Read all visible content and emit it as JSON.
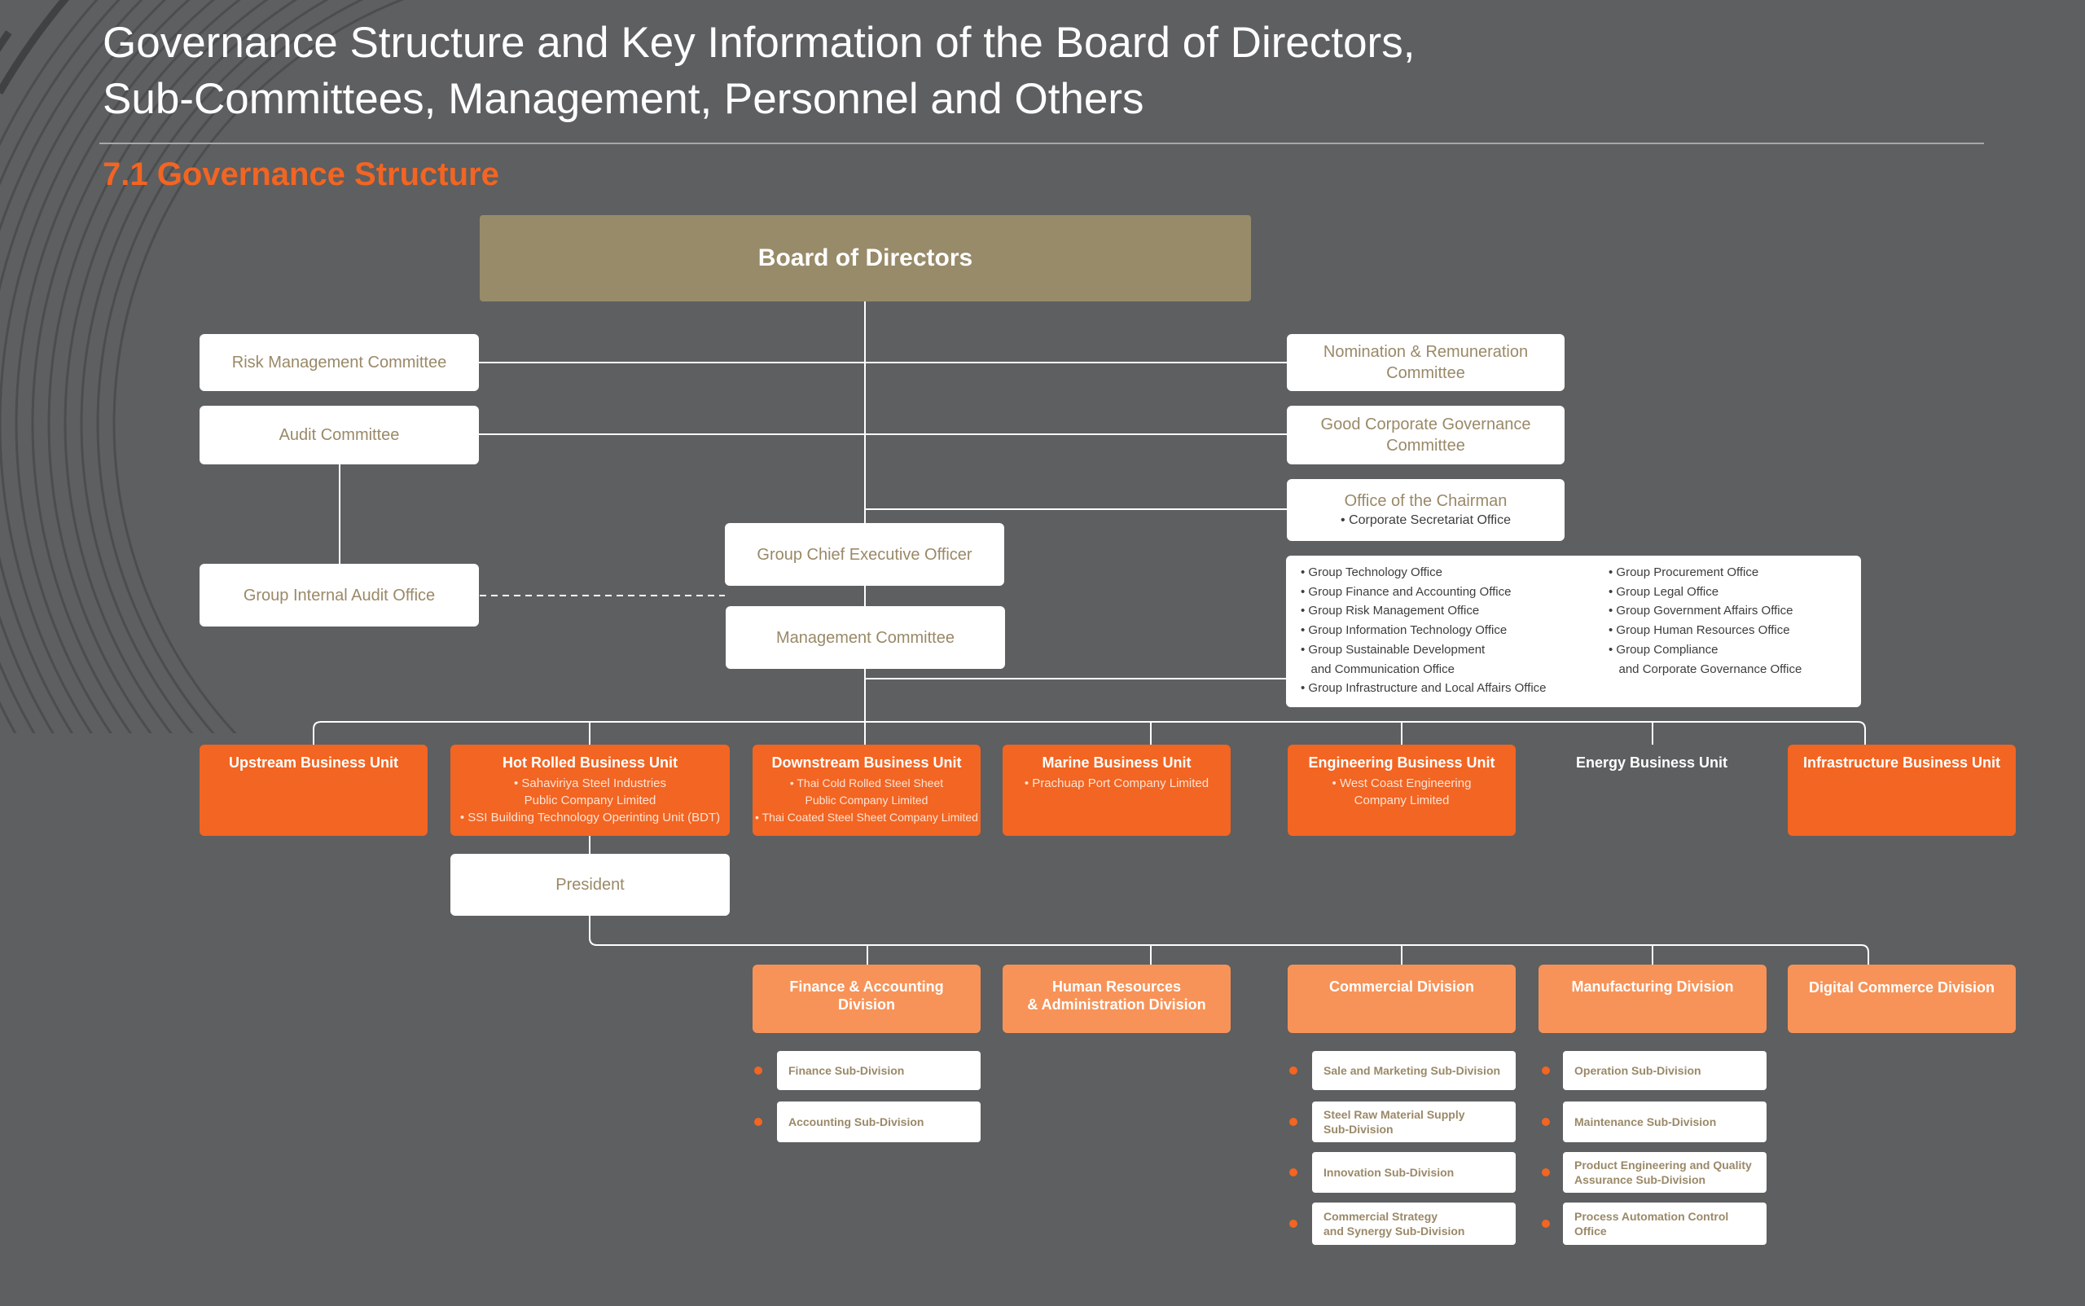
{
  "title_line1": "Governance Structure and Key Information of the Board of Directors,",
  "title_line2": "Sub-Committees, Management, Personnel and Others",
  "section_title": "7.1 Governance Structure",
  "colors": {
    "background": "#5d5f61",
    "board": "#988b6a",
    "business_unit": "#f26522",
    "division": "#f79358",
    "accent_text": "#9a8968"
  },
  "board": "Board of Directors",
  "committees": {
    "risk": "Risk Management Committee",
    "audit": "Audit Committee",
    "nomination": "Nomination & Remuneration\nCommittee",
    "good_governance": "Good Corporate Governance\nCommittee"
  },
  "chairman_office": {
    "title": "Office of the Chairman",
    "sub": "• Corporate Secretariat Office"
  },
  "internal_audit": "Group Internal Audit Office",
  "ceo": "Group Chief Executive Officer",
  "management_committee": "Management Committee",
  "group_offices": {
    "col1": [
      "• Group Technology Office",
      "• Group Finance and Accounting Office",
      "• Group Risk Management Office",
      "• Group Information Technology Office",
      "• Group Sustainable Development",
      "   and Communication Office",
      "• Group Infrastructure and Local Affairs Office"
    ],
    "col2": [
      "• Group Procurement Office",
      "• Group Legal Office",
      "• Group Government Affairs Office",
      "• Group Human Resources Office",
      "• Group Compliance",
      "   and Corporate Governance Office"
    ]
  },
  "business_units": [
    {
      "name": "Upstream Business Unit",
      "sub": ""
    },
    {
      "name": "Hot Rolled Business Unit",
      "sub": "• Sahaviriya Steel Industries\nPublic Company Limited\n• SSI Building Technology Operinting Unit (BDT)"
    },
    {
      "name": "Downstream Business Unit",
      "sub": "• Thai Cold Rolled Steel Sheet\nPublic Company Limited\n• Thai Coated Steel Sheet Company Limited"
    },
    {
      "name": "Marine Business Unit",
      "sub": "• Prachuap Port Company Limited"
    },
    {
      "name": "Engineering Business Unit",
      "sub": "• West Coast Engineering\nCompany Limited"
    },
    {
      "name": "Energy Business Unit",
      "sub": ""
    },
    {
      "name": "Infrastructure Business Unit",
      "sub": ""
    }
  ],
  "president": "President",
  "divisions": [
    {
      "name": "Finance & Accounting\nDivision",
      "subs": [
        "Finance Sub-Division",
        "Accounting Sub-Division"
      ]
    },
    {
      "name": "Human Resources\n& Administration Division",
      "subs": []
    },
    {
      "name": "Commercial Division",
      "subs": [
        "Sale and Marketing Sub-Division",
        "Steel Raw Material Supply\nSub-Division",
        "Innovation Sub-Division",
        "Commercial Strategy\nand Synergy Sub-Division"
      ]
    },
    {
      "name": "Manufacturing Division",
      "subs": [
        "Operation Sub-Division",
        "Maintenance Sub-Division",
        "Product Engineering and Quality\nAssurance Sub-Division",
        "Process Automation Control\nOffice"
      ]
    },
    {
      "name": "Digital Commerce Division",
      "subs": []
    }
  ]
}
